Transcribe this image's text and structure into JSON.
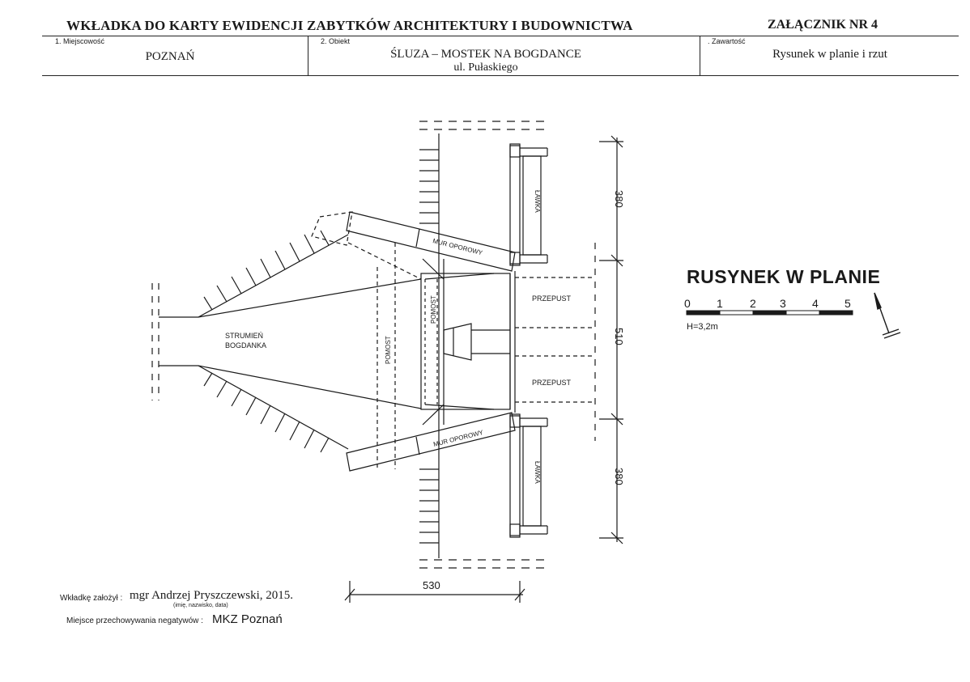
{
  "header": {
    "title": "WKŁADKA DO KARTY EWIDENCJI ZABYTKÓW ARCHITEKTURY I BUDOWNICTWA",
    "annex": "ZAŁĄCZNIK NR 4",
    "fields": [
      {
        "label": "1. Miejscowość",
        "value": "POZNAŃ"
      },
      {
        "label": "2. Obiekt",
        "value": "ŚLUZA – MOSTEK NA BOGDANCE",
        "value2": "ul. Pułaskiego"
      },
      {
        "label": ". Zawartość",
        "value": "Rysunek w planie i rzut"
      }
    ]
  },
  "drawing": {
    "labels": {
      "stream": [
        "STRUMIEŃ",
        "BOGDANKA"
      ],
      "pomost": "POMOST",
      "mur_oporowy": "MUR OPOROWY",
      "przepust": "PRZEPUST",
      "lawka": "ŁAWKA"
    },
    "dimensions": {
      "top": "380",
      "middle": "510",
      "bottom": "380",
      "width": "530"
    }
  },
  "legend": {
    "title": "RUSYNEK W PLANIE",
    "scale_ticks": [
      "0",
      "1",
      "2",
      "3",
      "4",
      "5"
    ],
    "height_note": "H=3,2m"
  },
  "footer": {
    "author_label": "Wkładkę założył :",
    "author_value": "mgr Andrzej Pryszczewski, 2015.",
    "author_sub": "(imię, nazwisko, data)",
    "storage_label": "Miejsce przechowywania negatywów :",
    "storage_value": "MKZ Poznań"
  }
}
